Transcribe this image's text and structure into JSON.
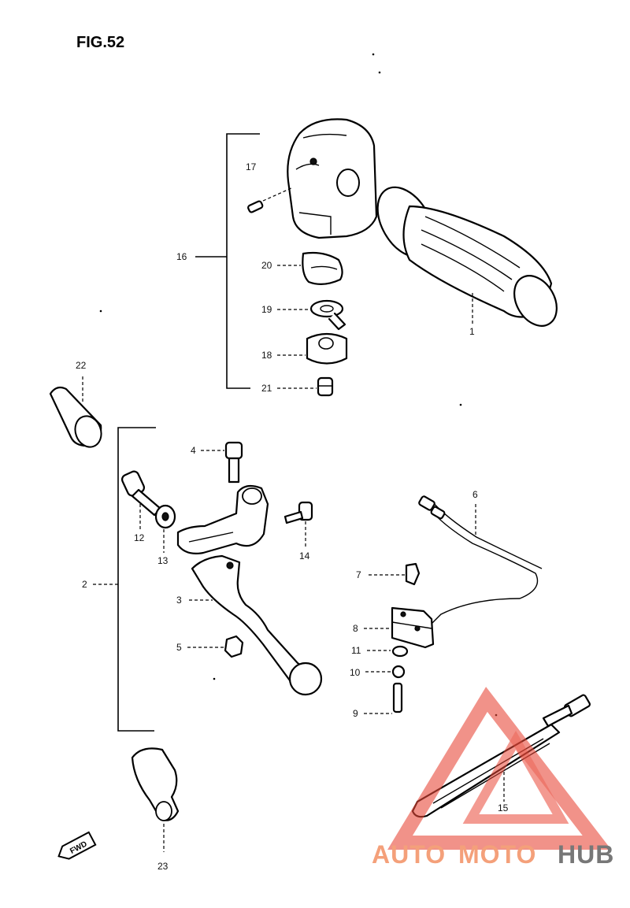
{
  "figure": {
    "title": "FIG.52"
  },
  "callouts": {
    "c1": "1",
    "c2": "2",
    "c3": "3",
    "c4": "4",
    "c5": "5",
    "c6": "6",
    "c7": "7",
    "c8": "8",
    "c9": "9",
    "c10": "10",
    "c11": "11",
    "c12": "12",
    "c13": "13",
    "c14": "14",
    "c15": "15",
    "c16": "16",
    "c17": "17",
    "c18": "18",
    "c19": "19",
    "c20": "20",
    "c21": "21",
    "c22": "22",
    "c23": "23"
  },
  "direction_arrow": {
    "label": "FWD"
  },
  "watermark": {
    "part1": "AUTO",
    "part2": "MOTO",
    "part3": "HUB",
    "color_light": "#f4a07a",
    "color_dark": "#777777",
    "logo_color": "#e84a3a"
  }
}
